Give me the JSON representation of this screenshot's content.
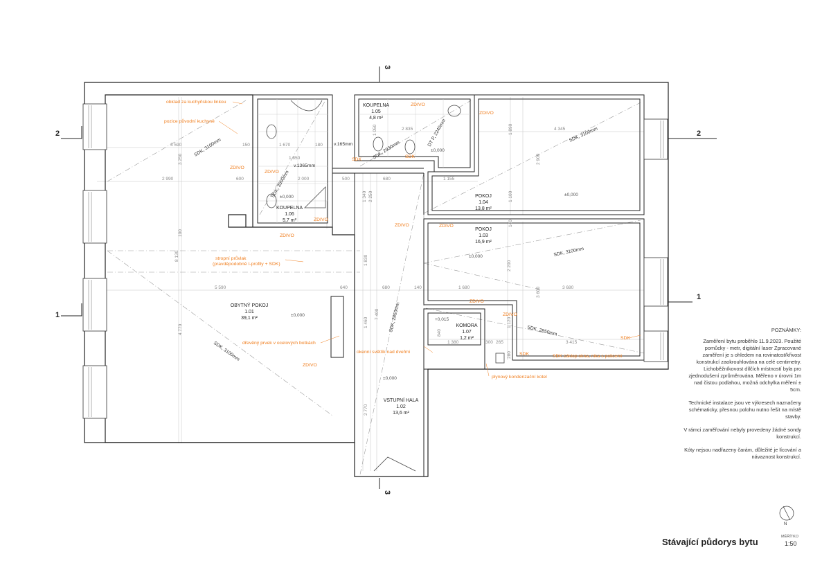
{
  "colors": {
    "wall": "#222222",
    "accent": "#f07e1e",
    "dim": "#888888",
    "grid": "#b8b8b8",
    "text": "#222222"
  },
  "rooms": [
    {
      "id": "1.01",
      "name": "OBYTNÝ POKOJ",
      "area": "39,1 m²"
    },
    {
      "id": "1.02",
      "name": "VSTUPNÍ HALA",
      "area": "13,6 m²"
    },
    {
      "id": "1.03",
      "name": "POKOJ",
      "area": "16,9 m²"
    },
    {
      "id": "1.04",
      "name": "POKOJ",
      "area": "13,8 m²"
    },
    {
      "id": "1.05",
      "name": "KOUPELNA",
      "area": "4,8 m²"
    },
    {
      "id": "1.06",
      "name": "KOUPELNA",
      "area": "5,7 m²"
    },
    {
      "id": "1.07",
      "name": "KOMORA",
      "area": "1,2 m²"
    }
  ],
  "annotations": {
    "obklad": "obklad za kuchyňskou linkou",
    "pozice": "pozice původní kuchyně",
    "zdivo": "ZDIVO",
    "sdk": "SDK",
    "prulvak1": "stropní průvlak",
    "prulvak2": "(pravděpodobně I-profily + SDK)",
    "drevo": "dřevěný prvek v ocelových botkách",
    "svetlik": "okenní světlík nad dveřmi",
    "kotel": "plynový kondenzační kotel",
    "zaklop": "SDK záklop okna, nika s policemi"
  },
  "ceilings": {
    "c3100": "SDK, 3100mm",
    "c3000": "SDK, 3000mm",
    "c2930": "SDK, 2930mm",
    "c2850": "SDK, 2850mm",
    "dp": "DT P, 2240mm",
    "v165": "v.165mm",
    "v1365": "v.1365mm"
  },
  "levels": {
    "zero": "±0,000",
    "komora": "+0,015"
  },
  "dimensions": [
    "3 590",
    "150",
    "1 670",
    "180",
    "2 990",
    "600",
    "2 000",
    "500",
    "680",
    "1 155",
    "4 345",
    "1 890",
    "2 900",
    "1 100",
    "140",
    "1 830",
    "5 590",
    "640",
    "1 680",
    "3 680",
    "3 600",
    "1 460",
    "1 380",
    "300",
    "265",
    "3 415",
    "4 770",
    "2 770",
    "2 835",
    "1 050",
    "1 850",
    "1 340",
    "2 250",
    "2 200",
    "1 120",
    "280",
    "140",
    "100",
    "8 130",
    "3 250",
    "7 400",
    "840"
  ],
  "sections": {
    "s1": "1",
    "s2": "2",
    "s3": "3"
  },
  "notes": {
    "heading": "POZNÁMKY:",
    "p1": "Zaměření bytu proběhlo 11.9.2023. Použité pomůcky - metr, digitální laser Zpracované zaměření je s ohledem na rovinatost/křivost konstrukcí zaokrouhlována na celé centimetry. Lichoběžníkovost dílčích místností byla pro zjednodušení zprůměrována. Měřeno v úrovni 1m nad čistou podlahou, možná odchylka měření ± 5cm.",
    "p2": "Technické instalace jsou ve výkresech naznačeny schématicky, přesnou polohu nutno řešit na místě stavby.",
    "p3": "V rámci zaměřování nebyly provedeny žádné sondy konstrukcí.",
    "p4": "Kóty nejsou nadřazeny čarám, důležité je lícování a návaznost konstrukcí."
  },
  "title": "Stávající půdorys bytu",
  "scale_label": "MĚŘÍTKO",
  "scale": "1:50",
  "north": "N"
}
